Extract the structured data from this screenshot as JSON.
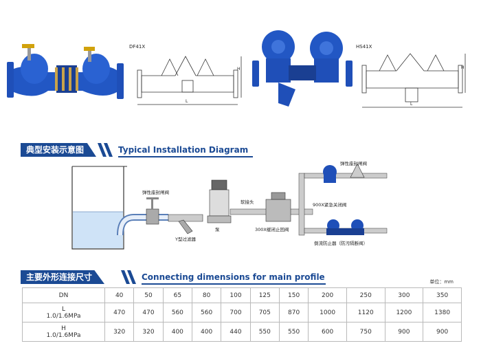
{
  "products": {
    "model1": "DF41X",
    "model2": "HS41X",
    "dim_L": "L",
    "dim_H": "H"
  },
  "install_section": {
    "title_zh": "典型安装示意图",
    "title_en": "Typical Installation Diagram",
    "labels": {
      "gate_valve_top": "弹性座封闸阀",
      "gate_valve_left": "弹性座封闸阀",
      "y_strainer": "Y型过滤器",
      "pump": "泵",
      "soft_joint": "软接头",
      "check_valve": "300X缓闭止回阀",
      "emergency_valve": "900X紧急关闭阀",
      "backflow": "倒流防止器（防污隔断阀）"
    }
  },
  "dims_section": {
    "title_zh": "主要外形连接尺寸",
    "title_en": "Connecting dimensions for main profile",
    "unit": "单位：mm"
  },
  "table": {
    "rows": [
      {
        "label": "DN",
        "sub": "",
        "values": [
          "40",
          "50",
          "65",
          "80",
          "100",
          "125",
          "150",
          "200",
          "250",
          "300",
          "350"
        ]
      },
      {
        "label": "L",
        "sub": "1.0/1.6MPa",
        "values": [
          "470",
          "470",
          "560",
          "560",
          "700",
          "705",
          "870",
          "1000",
          "1120",
          "1200",
          "1380"
        ]
      },
      {
        "label": "H",
        "sub": "1.0/1.6MPa",
        "values": [
          "320",
          "320",
          "400",
          "400",
          "440",
          "550",
          "550",
          "600",
          "750",
          "900",
          "900"
        ]
      }
    ]
  },
  "colors": {
    "brand_blue": "#1b4a94",
    "valve_blue": "#1f4fb8",
    "water_blue": "#cfe3f7"
  }
}
